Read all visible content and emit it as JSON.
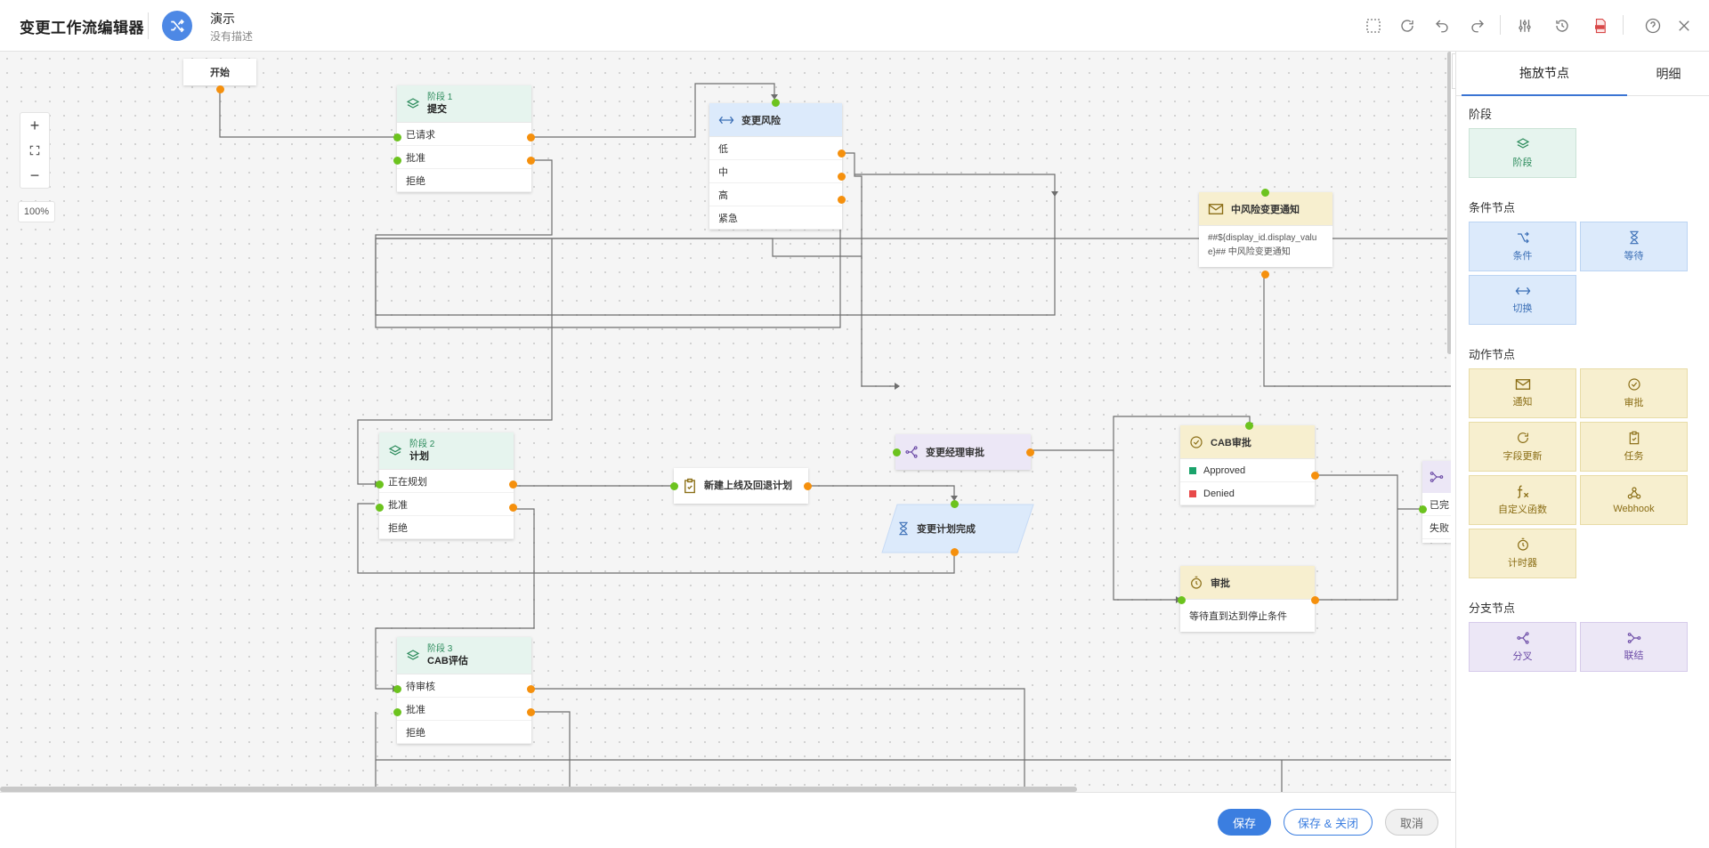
{
  "header": {
    "app_title": "变更工作流编辑器",
    "workflow_name": "演示",
    "workflow_desc": "没有描述"
  },
  "canvas": {
    "zoom_in": "+",
    "zoom_out": "−",
    "zoom_level": "100%",
    "start_label": "开始",
    "stage1": {
      "stage": "阶段 1",
      "name": "提交",
      "rows": [
        "已请求",
        "批准",
        "拒绝"
      ]
    },
    "stage2": {
      "stage": "阶段 2",
      "name": "计划",
      "rows": [
        "正在规划",
        "批准",
        "拒绝"
      ]
    },
    "stage3": {
      "stage": "阶段 3",
      "name": "CAB评估",
      "rows": [
        "待审核",
        "批准",
        "拒绝"
      ]
    },
    "risk_switch": {
      "title": "变更风险",
      "rows": [
        "低",
        "中",
        "高",
        "紧急"
      ]
    },
    "mid_notify": {
      "title": "中风险变更通知",
      "body": "##${display_id.display_value}## 中风险变更通知"
    },
    "manager_approval": {
      "title": "变更经理审批"
    },
    "new_task": {
      "title": "新建上线及回退计划"
    },
    "plan_done": {
      "title": "变更计划完成"
    },
    "cab_approval": {
      "title": "CAB审批",
      "rows": [
        "Approved",
        "Denied"
      ]
    },
    "wait_approval": {
      "title": "审批",
      "body": "等待直到达到停止条件"
    },
    "join_node": {
      "rows": [
        "已完",
        "失败"
      ]
    }
  },
  "right_panel": {
    "tabs": [
      "拖放节点",
      "明细"
    ],
    "sections": {
      "stage": "阶段",
      "condition": "条件节点",
      "action": "动作节点",
      "branch": "分支节点"
    },
    "items": {
      "stage": "阶段",
      "condition": "条件",
      "wait": "等待",
      "switch": "切换",
      "notify": "通知",
      "approval": "审批",
      "field_update": "字段更新",
      "task": "任务",
      "custom_function": "自定义函数",
      "webhook": "Webhook",
      "timer": "计时器",
      "fork": "分叉",
      "join": "联结"
    }
  },
  "footer": {
    "save": "保存",
    "save_close": "保存 & 关闭",
    "cancel": "取消"
  },
  "colors": {
    "primary": "#3b7ee0",
    "stage_bg": "#e6f4ee",
    "condition_bg": "#dceafb",
    "action_bg": "#f7efcf",
    "branch_bg": "#ece7f6",
    "port_in": "#6cc31e",
    "port_out": "#f5900d",
    "approved": "#1aa36b",
    "denied": "#e84a4a"
  }
}
